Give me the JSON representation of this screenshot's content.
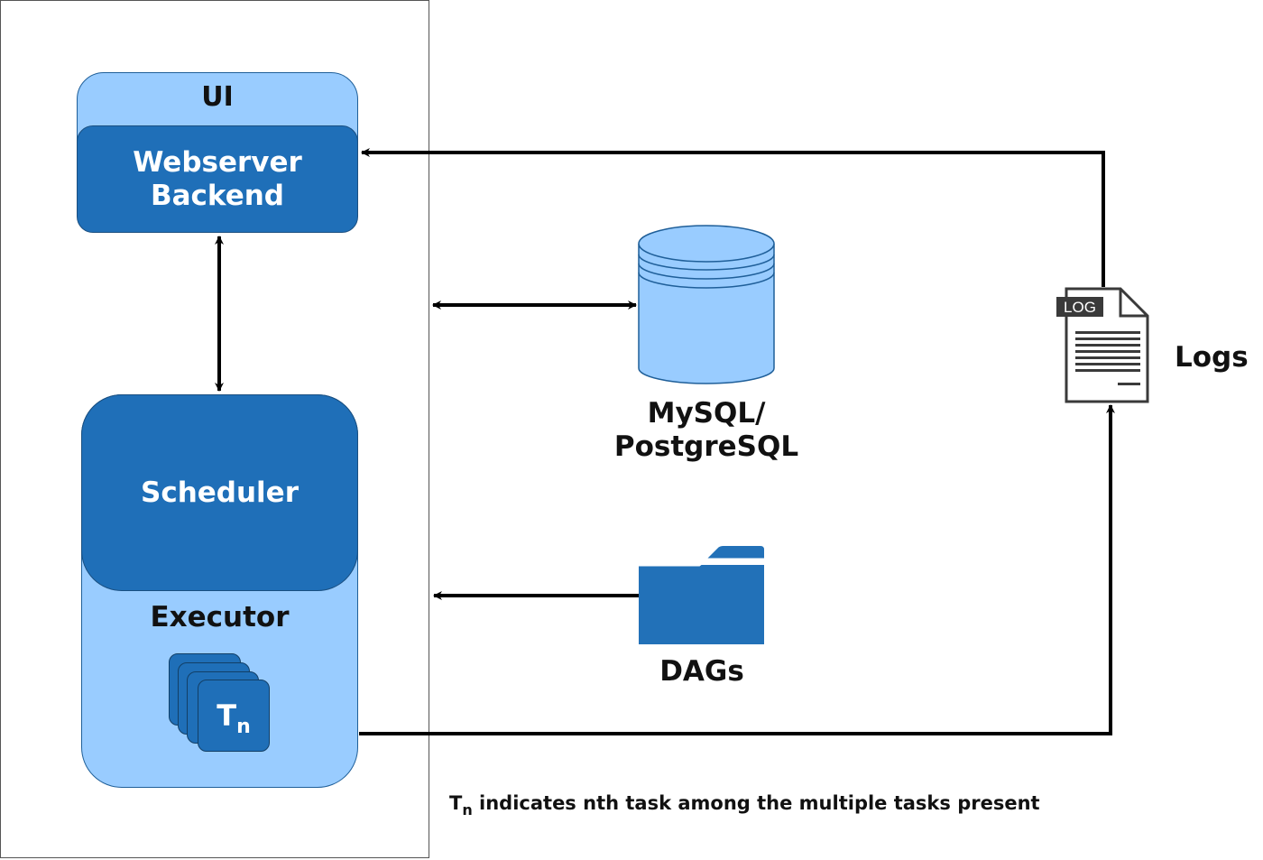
{
  "diagram": {
    "ui": {
      "label": "UI"
    },
    "webserver": {
      "label": "Webserver\nBackend"
    },
    "scheduler": {
      "label": "Scheduler"
    },
    "executor": {
      "label": "Executor"
    },
    "task": {
      "letter": "T",
      "subscript": "n"
    },
    "database": {
      "label": "MySQL/\nPostgreSQL"
    },
    "dags": {
      "label": "DAGs"
    },
    "logs": {
      "label": "Logs",
      "icon_tag": "LOG"
    },
    "note": {
      "letter": "T",
      "subscript": "n",
      "text": " indicates nth task among the multiple tasks present"
    }
  },
  "colors": {
    "light_blue": "#99ccff",
    "dark_blue": "#1f6fb8",
    "folder_blue": "#2271b8"
  },
  "icons": [
    "database-icon",
    "folder-icon",
    "log-file-icon"
  ]
}
